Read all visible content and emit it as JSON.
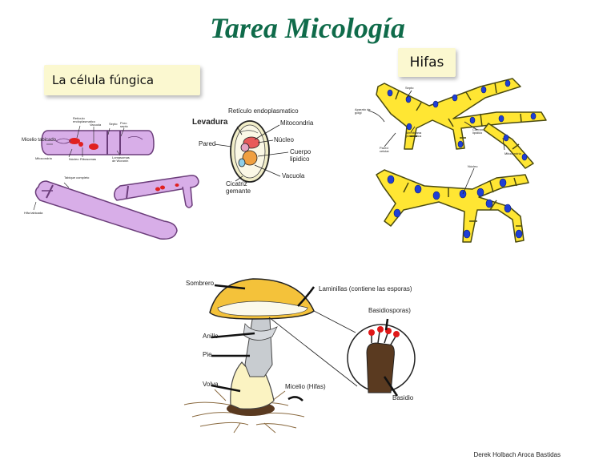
{
  "title": "Tarea Micología",
  "sections": {
    "cell": "La célula fúngica",
    "hyphae": "Hifas"
  },
  "cell_labels": {
    "micelio_tabicado": "Micelio tabicado",
    "reticulo": "Retículo endoplasmatico",
    "vacuola": "Vacuola",
    "septo": "Septo",
    "poro": "Poro septo",
    "mitocondria": "Mitocondria",
    "nucleo": "Núcleo",
    "ribosomas": "Ribosomas",
    "lomasomas": "Lomasomas de Woronin",
    "tabique": "Tabique completo",
    "hifa": "Hifa tabicada"
  },
  "yeast_labels": {
    "levadura": "Levadura",
    "reticulo": "Retículo endoplasmatico",
    "mitocondria": "Mitocondria",
    "pared": "Pared",
    "nucleo": "Núcleo",
    "cuerpo": "Cuerpo lipidico",
    "vacuola": "Vacuola",
    "cicatriz": "Cicatriz gemante"
  },
  "hyphae_labels": {
    "septo": "Septo",
    "golgi": "Aparato de golgi",
    "membrana": "Membrana plasmatica",
    "cuerpo": "Cuerpo lipidico",
    "pared": "Pared celular",
    "mitocondria": "Mitocondria",
    "nucleo": "Núcleo"
  },
  "mushroom_labels": {
    "sombrero": "Sombrero",
    "laminillas": "Laminillas (contiene las esporas)",
    "basidiosporas": "Basidiosporas)",
    "anillo": "Anillo",
    "pie": "Pie",
    "volva": "Volva",
    "micelio": "Micelio (Hifas)",
    "basidio": "Basidio"
  },
  "author": "Derek Holbach Aroca Bastidas"
}
